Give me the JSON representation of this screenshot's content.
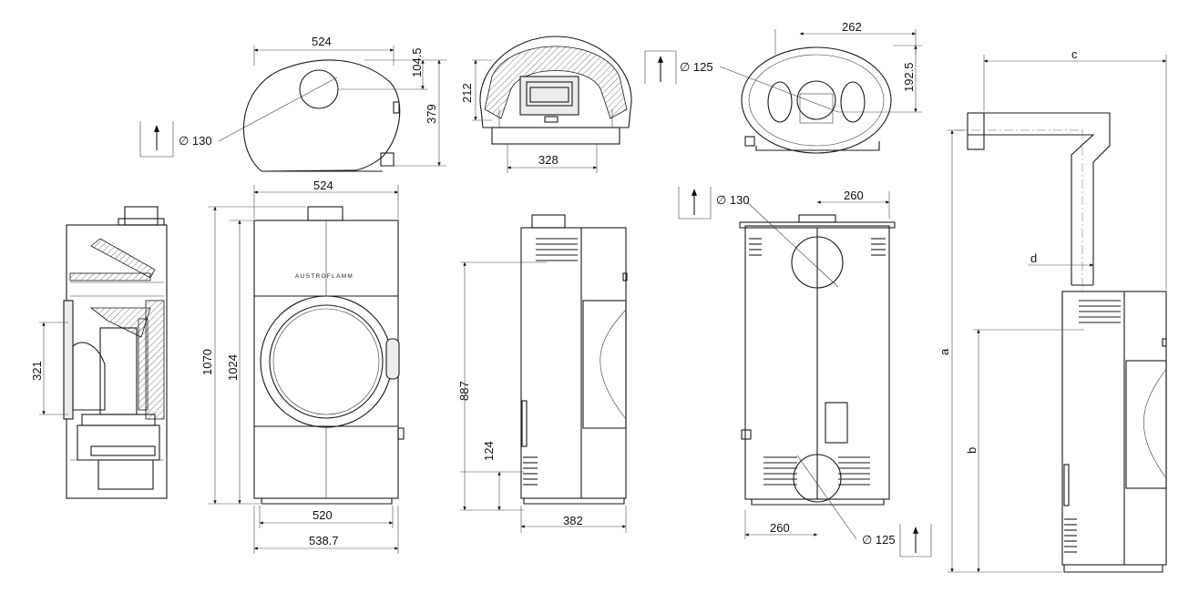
{
  "brand": "AUSTROFLAMM",
  "top_view": {
    "width": "524",
    "top_offset": "104.5",
    "depth": "379",
    "flue_diameter": "∅ 130"
  },
  "section_view": {
    "height": "212",
    "width": "328"
  },
  "rear_top_view": {
    "spacing": "262",
    "offset": "192.5",
    "diameter": "∅ 125"
  },
  "front_view": {
    "width_top": "524",
    "height_total": "1070",
    "height_body": "1024",
    "base_width": "520",
    "foot_width": "538.7"
  },
  "side_section": {
    "glass_height": "321"
  },
  "side_view": {
    "flue_height": "887",
    "air_inlet_height": "124",
    "depth": "382"
  },
  "rear_view": {
    "top_diameter": "∅ 130",
    "top_offset": "260",
    "bottom_offset": "260",
    "bottom_diameter": "∅ 125"
  },
  "flue_view": {
    "a": "a",
    "b": "b",
    "c": "c",
    "d": "d"
  }
}
